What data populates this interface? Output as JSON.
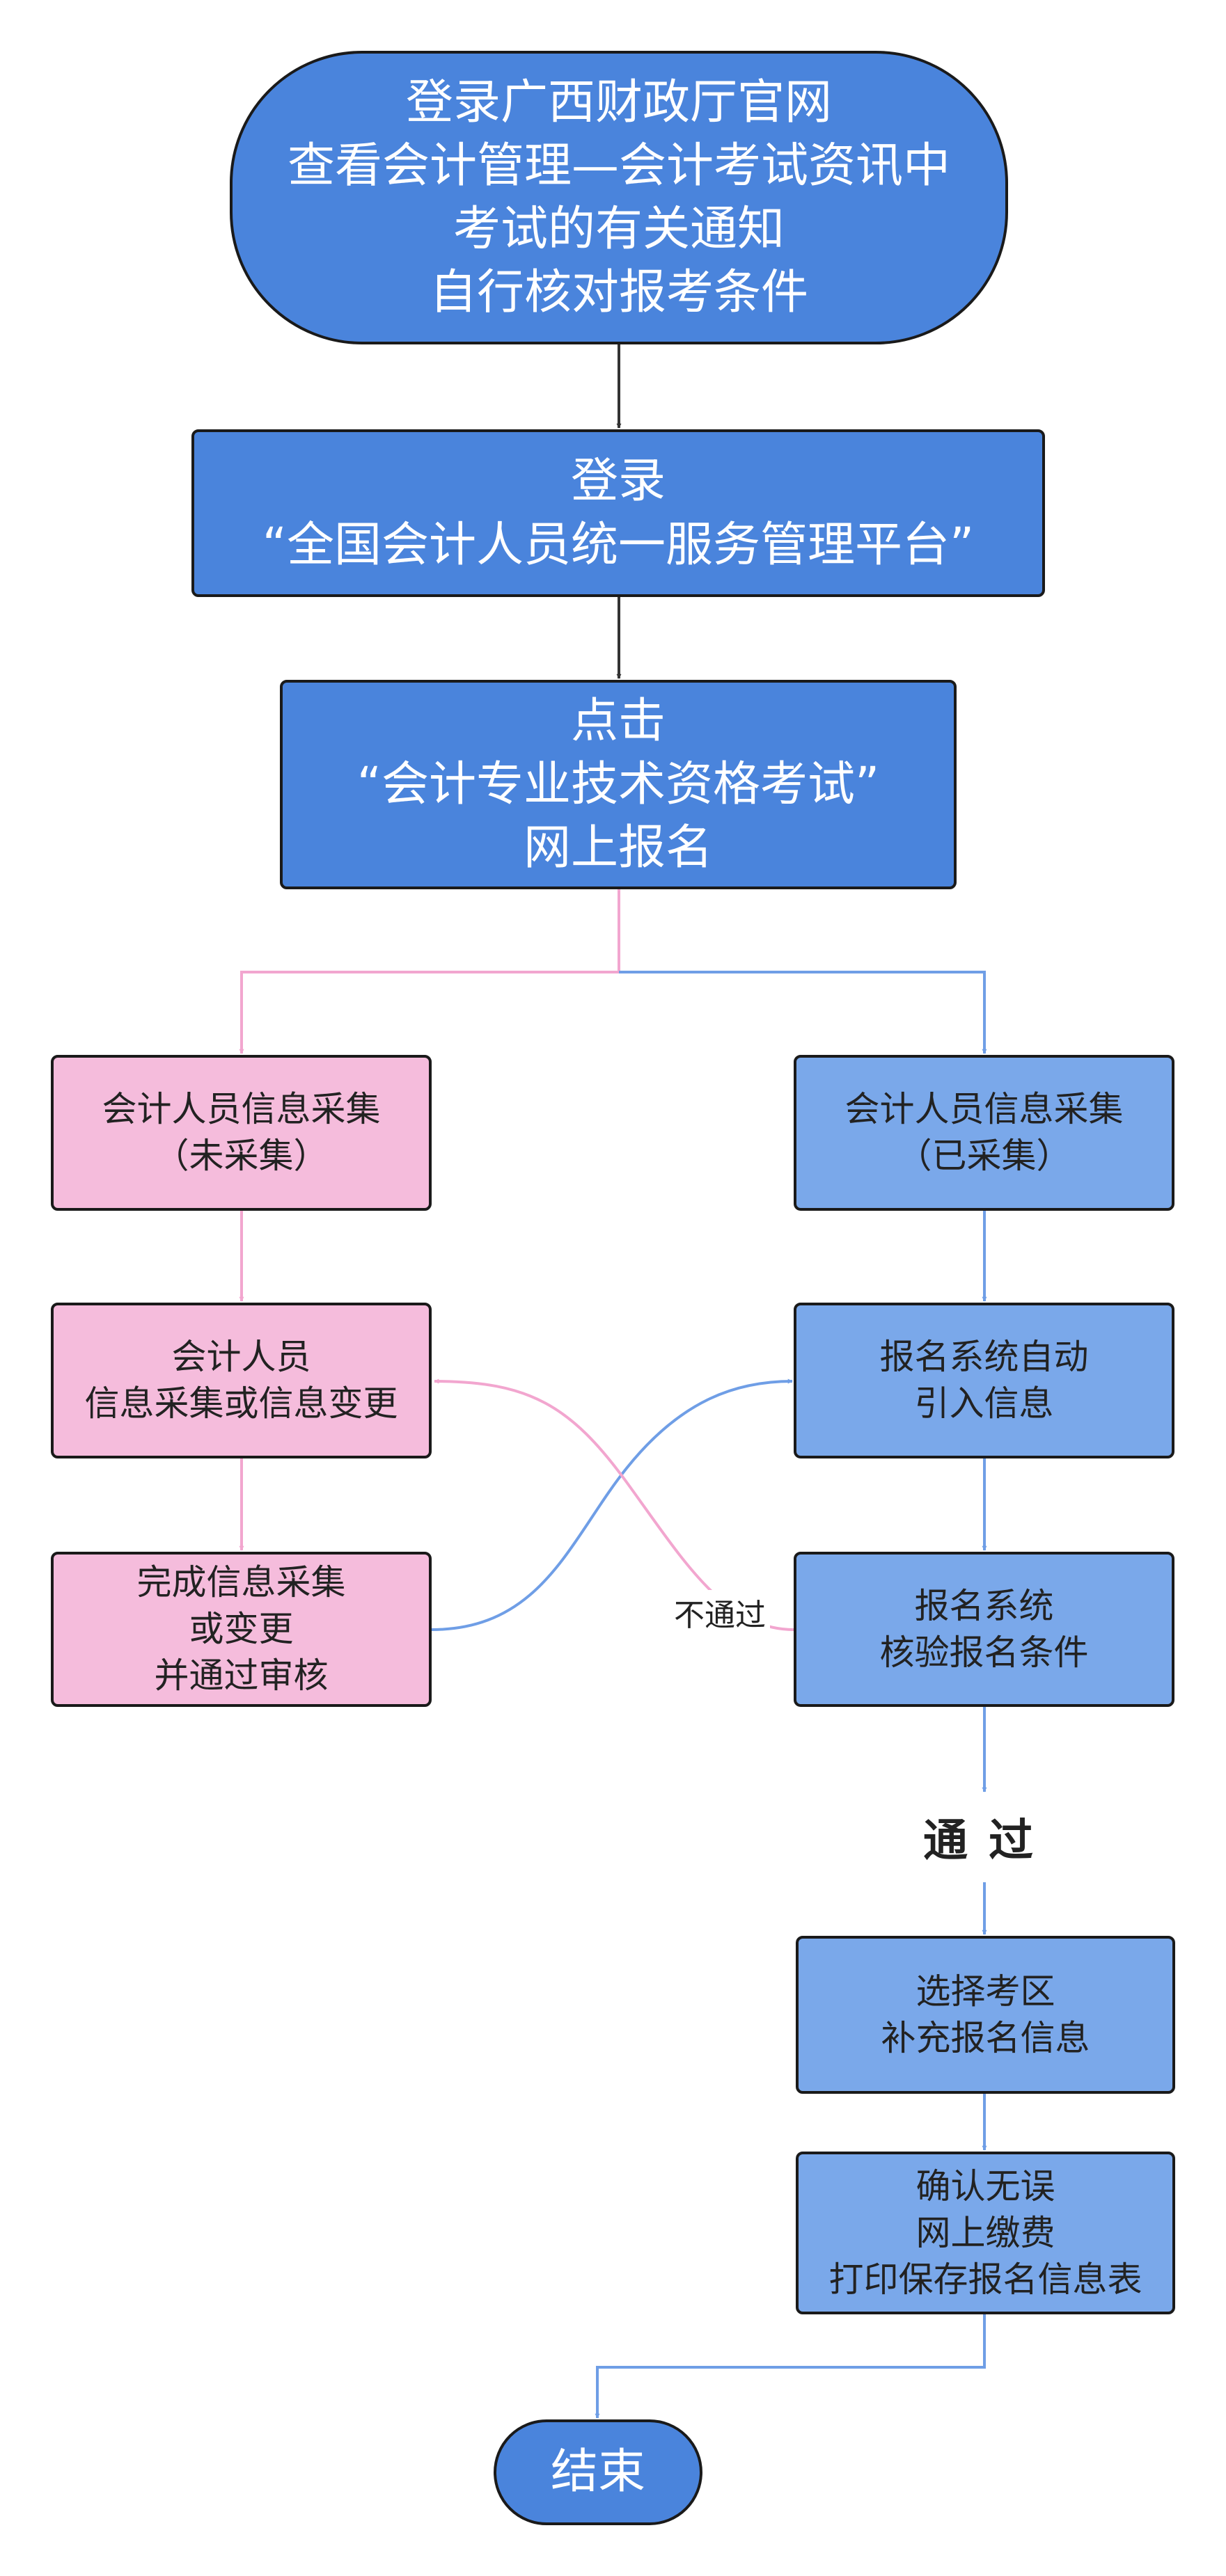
{
  "colors": {
    "dark_node": "#4a84dc",
    "pink_node": "#f5bcdc",
    "blue_node": "#7aa8ea",
    "dark_edge": "#333333",
    "pink_edge": "#f2a6cf",
    "blue_edge": "#6f9ee6"
  },
  "nodes": {
    "start": "登录广西财政厅官网\n查看会计管理—会计考试资讯中\n考试的有关通知\n自行核对报考条件",
    "login_platform": "登录\n“全国会计人员统一服务管理平台”",
    "click_register": "点击\n“会计专业技术资格考试”\n网上报名",
    "not_collected": "会计人员信息采集\n（未采集）",
    "collected": "会计人员信息采集\n（已采集）",
    "collect_or_change": "会计人员\n信息采集或信息变更",
    "auto_import": "报名系统自动\n引入信息",
    "complete_review": "完成信息采集\n或变更\n并通过审核",
    "verify_conditions": "报名系统\n核验报名条件",
    "choose_area": "选择考区\n补充报名信息",
    "confirm_pay": "确认无误\n网上缴费\n打印保存报名信息表",
    "end": "结束"
  },
  "edge_labels": {
    "pass": "通过",
    "fail": "不通过"
  }
}
